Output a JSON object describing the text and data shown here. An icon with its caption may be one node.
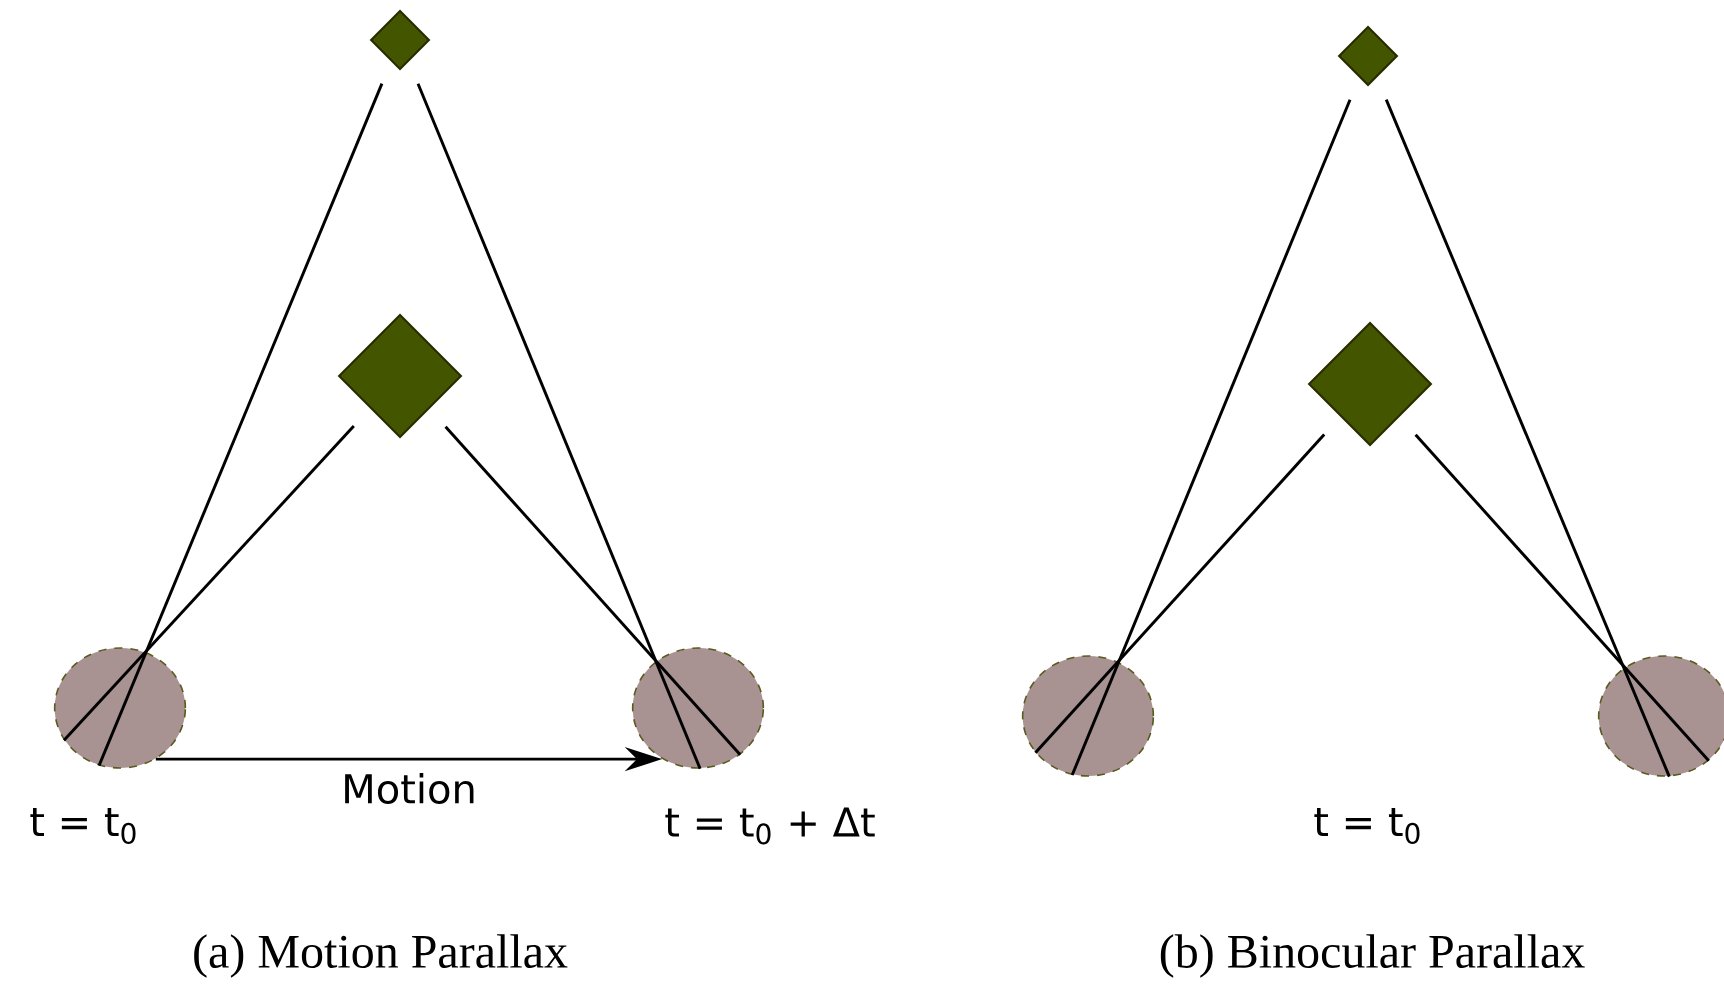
{
  "diagram": {
    "nodes": [
      {
        "text": [],
        "shape": "diamond"
      },
      {
        "text": [],
        "shape": "diamond"
      },
      {
        "text": [],
        "shape": "circle",
        "beside": [
          "t = t$_{0}$"
        ]
      },
      {
        "text": [],
        "shape": "circle",
        "beside": [
          "t = t$_{0}$ + Δt"
        ]
      },
      {
        "text": [],
        "shape": "diamond"
      },
      {
        "text": [],
        "shape": "diamond"
      },
      {
        "text": [],
        "shape": "circle"
      },
      {
        "text": [],
        "shape": "circle"
      }
    ],
    "edges": [
      {
        "from": 0,
        "to": 2,
        "arrow": "none"
      },
      {
        "from": 0,
        "to": 3,
        "arrow": "none"
      },
      {
        "from": 1,
        "to": 2,
        "arrow": "none"
      },
      {
        "from": 1,
        "to": 3,
        "arrow": "none"
      },
      {
        "from": 2,
        "to": 3,
        "arrow": "to",
        "label": "Motion"
      },
      {
        "from": 4,
        "to": 6,
        "arrow": "none"
      },
      {
        "from": 4,
        "to": 7,
        "arrow": "none"
      },
      {
        "from": 5,
        "to": 6,
        "arrow": "none"
      },
      {
        "from": 5,
        "to": 7,
        "arrow": "none"
      }
    ],
    "labels": [
      "t = t$_{0}$",
      "(a) Motion Parallax",
      "(b) Binocular Parallax"
    ]
  }
}
